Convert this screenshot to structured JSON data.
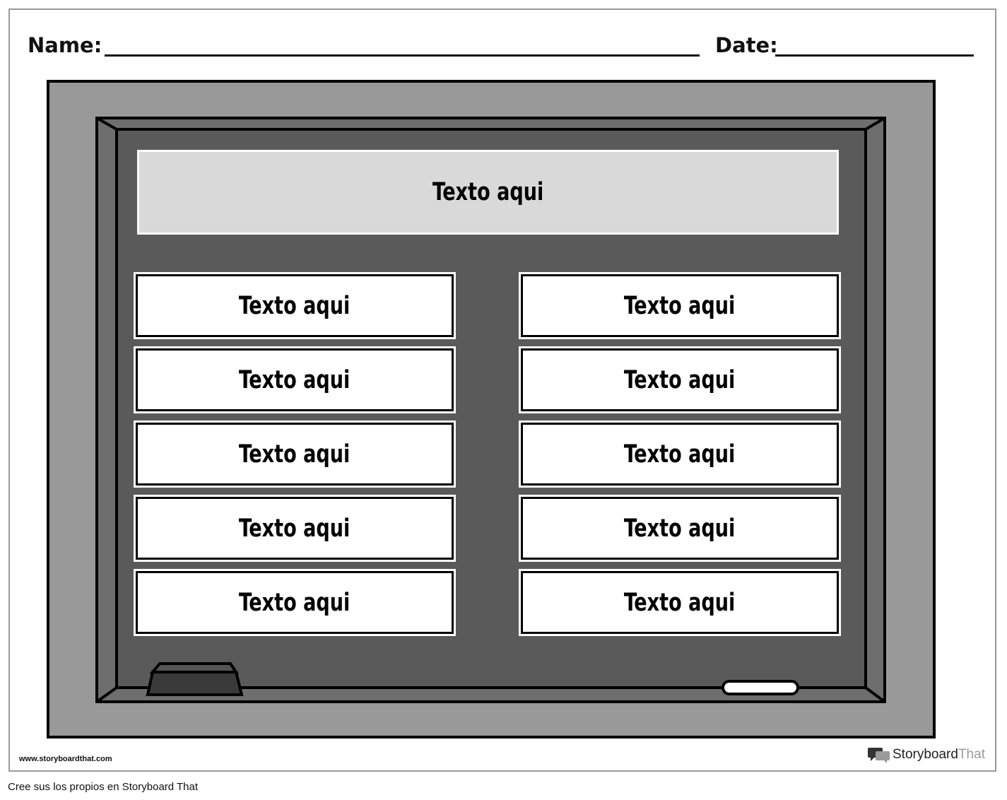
{
  "header": {
    "name_label": "Name:",
    "date_label": "Date:"
  },
  "board": {
    "title": "Texto aqui",
    "left_column": [
      "Texto aqui",
      "Texto aqui",
      "Texto aqui",
      "Texto aqui",
      "Texto aqui"
    ],
    "right_column": [
      "Texto aqui",
      "Texto aqui",
      "Texto aqui",
      "Texto aqui",
      "Texto aqui"
    ]
  },
  "footer": {
    "website": "www.storyboardthat.com",
    "brand_part1": "Storyboard",
    "brand_part2": "That",
    "caption": "Cree sus los propios en Storyboard That"
  },
  "colors": {
    "frame_outer": "#999999",
    "board": "#5a5a5a",
    "title_box": "#d9d9d9",
    "boxes": "#ffffff"
  }
}
